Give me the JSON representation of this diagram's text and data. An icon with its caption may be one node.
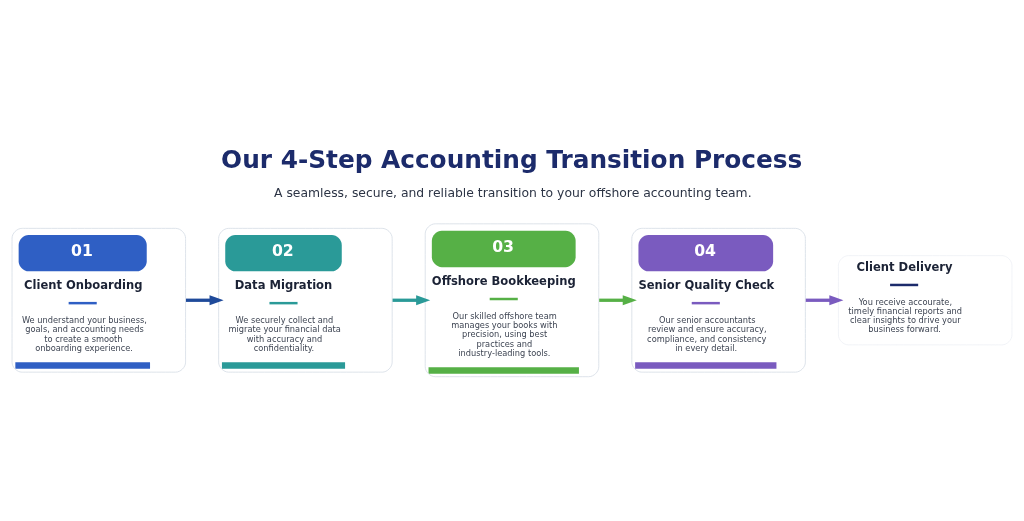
{
  "diagram": {
    "title": "Our 4-Step Accounting Transition Process",
    "nodes": [
      {
        "text": [
          "01",
          "Client Onboarding",
          "We understand your business, goals, and accounting needs to create a smooth onboarding experience."
        ]
      },
      {
        "text": [
          "02",
          "Data Migration",
          "We securely collect and migrate your financial data with accuracy and confidentiality."
        ]
      },
      {
        "text": [
          "03",
          "Offshore Bookkeeping",
          "Our skilled offshore team manages your books with precision, using best practices and industry-leading tools."
        ]
      },
      {
        "text": [
          "04",
          "Senior Quality Check",
          "Our senior accountants review and ensure accuracy, compliance, and consistency in every detail."
        ]
      },
      {
        "text": [
          "Client Delivery",
          "You receive accourate, timely financial reports and clear insights to drive your business forward."
        ]
      }
    ],
    "edges": [
      {
        "from": 0,
        "to": 1,
        "arrow": "to",
        "color": "#1f4a9a"
      },
      {
        "from": 1,
        "to": 2,
        "arrow": "to",
        "color": "#2a9a98"
      },
      {
        "from": 2,
        "to": 3,
        "arrow": "to",
        "color": "#56b046"
      },
      {
        "from": 3,
        "to": 4,
        "arrow": "to",
        "color": "#7a5bbf"
      }
    ],
    "labels": [
      "A seamless, secure, and reliable transition to your offshore accounting team."
    ]
  }
}
